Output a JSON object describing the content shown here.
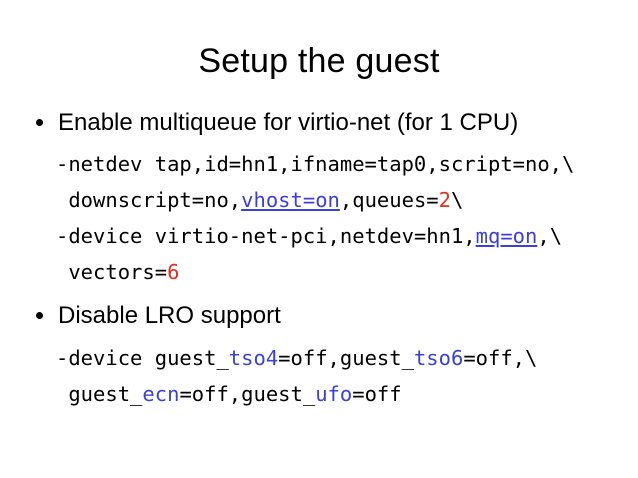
{
  "slide": {
    "title": "Setup the guest",
    "colors": {
      "background": "#ffffff",
      "text": "#000000",
      "link_blue": "#3c40d6",
      "highlight_red": "#e03020"
    },
    "sections": [
      {
        "bullet": "Enable multiqueue for virtio-net (for 1 CPU)",
        "code": [
          [
            {
              "text": "-netdev tap,id=hn1,ifname=tap0,script=no,\\",
              "style": "plain"
            }
          ],
          [
            {
              "text": " downscript=no,",
              "style": "plain"
            },
            {
              "text": "vhost=on",
              "style": "link"
            },
            {
              "text": ",queues=",
              "style": "plain"
            },
            {
              "text": "2",
              "style": "red"
            },
            {
              "text": "\\",
              "style": "plain"
            }
          ],
          [
            {
              "text": "-device virtio-net-pci,netdev=hn1,",
              "style": "plain"
            },
            {
              "text": "mq=on",
              "style": "link"
            },
            {
              "text": ",\\",
              "style": "plain"
            }
          ],
          [
            {
              "text": " vectors=",
              "style": "plain"
            },
            {
              "text": "6",
              "style": "red"
            }
          ]
        ]
      },
      {
        "bullet": "Disable LRO support",
        "code": [
          [
            {
              "text": "-device guest_",
              "style": "plain"
            },
            {
              "text": "tso4",
              "style": "blue"
            },
            {
              "text": "=off,guest_",
              "style": "plain"
            },
            {
              "text": "tso6",
              "style": "blue"
            },
            {
              "text": "=off,\\",
              "style": "plain"
            }
          ],
          [
            {
              "text": " guest_",
              "style": "plain"
            },
            {
              "text": "ecn",
              "style": "blue"
            },
            {
              "text": "=off,guest_",
              "style": "plain"
            },
            {
              "text": "ufo",
              "style": "blue"
            },
            {
              "text": "=off",
              "style": "plain"
            }
          ]
        ]
      }
    ]
  }
}
